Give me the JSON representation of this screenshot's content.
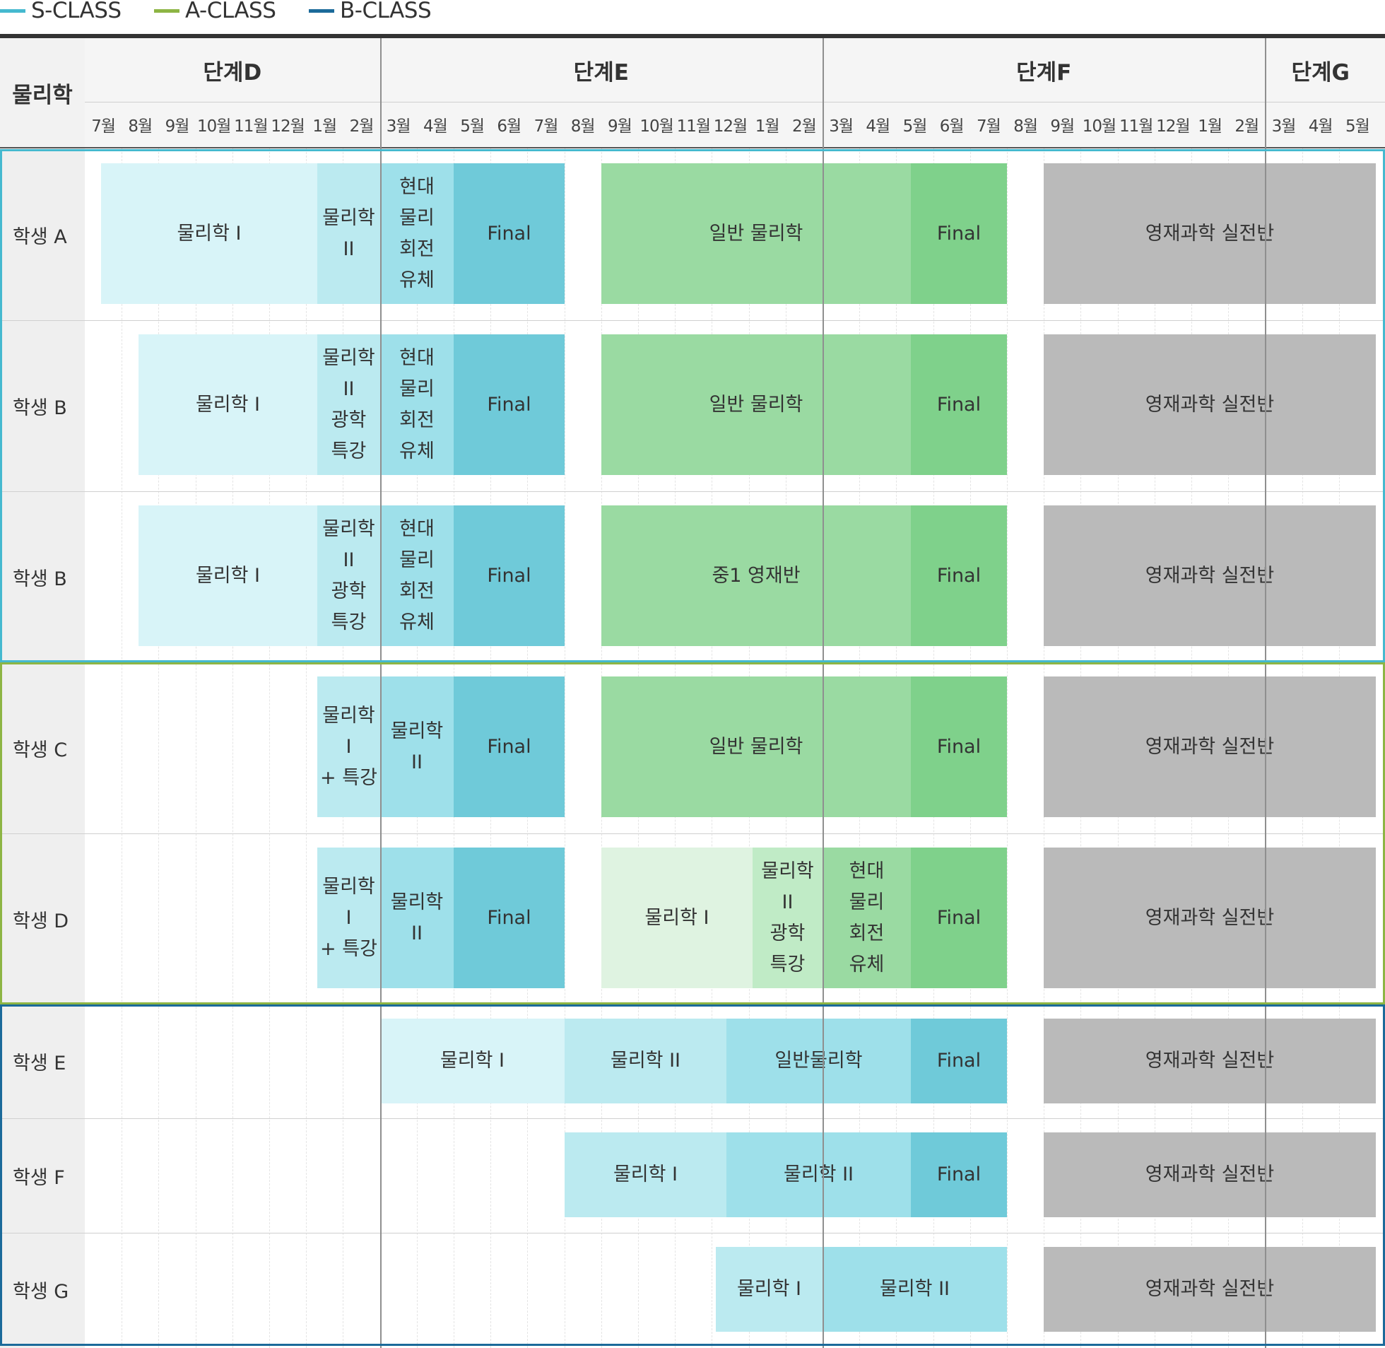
{
  "legend": [
    {
      "label": "S-CLASS",
      "color": "#45b9cf"
    },
    {
      "label": "A-CLASS",
      "color": "#8db544"
    },
    {
      "label": "B-CLASS",
      "color": "#1b6a9a"
    }
  ],
  "subject": "물리학",
  "stages": [
    "단계D",
    "단계E",
    "단계F",
    "단계G"
  ],
  "months": [
    "7월",
    "8월",
    "9월",
    "10월",
    "11월",
    "12월",
    "1월",
    "2월",
    "3월",
    "4월",
    "5월",
    "6월",
    "7월",
    "8월",
    "9월",
    "10월",
    "11월",
    "12월",
    "1월",
    "2월",
    "3월",
    "4월",
    "5월",
    "6월",
    "7월",
    "8월",
    "9월",
    "10월",
    "11월",
    "12월",
    "1월",
    "2월",
    "3월",
    "4월",
    "5월"
  ],
  "colors": {
    "cyan_1": "#d8f4f8",
    "cyan_2": "#bbeaf0",
    "cyan_3": "#9ee0ea",
    "cyan_4": "#6fcad9",
    "green_0": "#dff3e1",
    "green_1": "#c0ebc6",
    "green_2": "#9adaa2",
    "green_3": "#7fd18b",
    "gray": "#bababa",
    "s_class": "#45b9cf",
    "a_class": "#8db544",
    "b_class": "#1b6a9a"
  },
  "rows": [
    {
      "name": "학생 A",
      "bars": [
        {
          "label": "물리학 I",
          "start": 0.45,
          "end": 6.3,
          "color": "cyan_1"
        },
        {
          "label": "물리학 II",
          "start": 6.3,
          "end": 8,
          "color": "cyan_2"
        },
        {
          "label": "현대\n물리\n회전\n유체",
          "start": 8,
          "end": 10,
          "color": "cyan_3"
        },
        {
          "label": "Final",
          "start": 10,
          "end": 13,
          "color": "cyan_4"
        },
        {
          "label": "일반 물리학",
          "start": 14,
          "end": 22.4,
          "color": "green_2"
        },
        {
          "label": "Final",
          "start": 22.4,
          "end": 25,
          "color": "green_3"
        },
        {
          "label": "영재과학 실전반",
          "start": 26,
          "end": 35,
          "color": "gray"
        }
      ]
    },
    {
      "name": "학생 B",
      "bars": [
        {
          "label": "물리학 I",
          "start": 1.45,
          "end": 6.3,
          "color": "cyan_1"
        },
        {
          "label": "물리학 II\n광학\n특강",
          "start": 6.3,
          "end": 8,
          "color": "cyan_2"
        },
        {
          "label": "현대\n물리\n회전\n유체",
          "start": 8,
          "end": 10,
          "color": "cyan_3"
        },
        {
          "label": "Final",
          "start": 10,
          "end": 13,
          "color": "cyan_4"
        },
        {
          "label": "일반 물리학",
          "start": 14,
          "end": 22.4,
          "color": "green_2"
        },
        {
          "label": "Final",
          "start": 22.4,
          "end": 25,
          "color": "green_3"
        },
        {
          "label": "영재과학 실전반",
          "start": 26,
          "end": 35,
          "color": "gray"
        }
      ]
    },
    {
      "name": "학생 B",
      "bars": [
        {
          "label": "물리학 I",
          "start": 1.45,
          "end": 6.3,
          "color": "cyan_1"
        },
        {
          "label": "물리학 II\n광학\n특강",
          "start": 6.3,
          "end": 8,
          "color": "cyan_2"
        },
        {
          "label": "현대\n물리\n회전\n유체",
          "start": 8,
          "end": 10,
          "color": "cyan_3"
        },
        {
          "label": "Final",
          "start": 10,
          "end": 13,
          "color": "cyan_4"
        },
        {
          "label": "중1 영재반",
          "start": 14,
          "end": 22.4,
          "color": "green_2"
        },
        {
          "label": "Final",
          "start": 22.4,
          "end": 25,
          "color": "green_3"
        },
        {
          "label": "영재과학 실전반",
          "start": 26,
          "end": 35,
          "color": "gray"
        }
      ]
    },
    {
      "name": "학생 C",
      "bars": [
        {
          "label": "물리학 I\n+ 특강",
          "start": 6.3,
          "end": 8,
          "color": "cyan_2"
        },
        {
          "label": "물리학\nII",
          "start": 8,
          "end": 10,
          "color": "cyan_3"
        },
        {
          "label": "Final",
          "start": 10,
          "end": 13,
          "color": "cyan_4"
        },
        {
          "label": "일반 물리학",
          "start": 14,
          "end": 22.4,
          "color": "green_2"
        },
        {
          "label": "Final",
          "start": 22.4,
          "end": 25,
          "color": "green_3"
        },
        {
          "label": "영재과학 실전반",
          "start": 26,
          "end": 35,
          "color": "gray"
        }
      ]
    },
    {
      "name": "학생 D",
      "bars": [
        {
          "label": "물리학 I\n+ 특강",
          "start": 6.3,
          "end": 8,
          "color": "cyan_2"
        },
        {
          "label": "물리학\nII",
          "start": 8,
          "end": 10,
          "color": "cyan_3"
        },
        {
          "label": "Final",
          "start": 10,
          "end": 13,
          "color": "cyan_4"
        },
        {
          "label": "물리학 I",
          "start": 14,
          "end": 18.1,
          "color": "green_0"
        },
        {
          "label": "물리학\nII\n광학\n특강",
          "start": 18.1,
          "end": 20,
          "color": "green_1"
        },
        {
          "label": "현대\n물리\n회전\n유체",
          "start": 20,
          "end": 22.4,
          "color": "green_2"
        },
        {
          "label": "Final",
          "start": 22.4,
          "end": 25,
          "color": "green_3"
        },
        {
          "label": "영재과학 실전반",
          "start": 26,
          "end": 35,
          "color": "gray"
        }
      ]
    },
    {
      "name": "학생 E",
      "bars": [
        {
          "label": "물리학 I",
          "start": 8,
          "end": 13,
          "color": "cyan_1"
        },
        {
          "label": "물리학 II",
          "start": 13,
          "end": 17.4,
          "color": "cyan_2"
        },
        {
          "label": "일반물리학",
          "start": 17.4,
          "end": 22.4,
          "color": "cyan_3"
        },
        {
          "label": "Final",
          "start": 22.4,
          "end": 25,
          "color": "cyan_4"
        },
        {
          "label": "영재과학 실전반",
          "start": 26,
          "end": 35,
          "color": "gray"
        }
      ]
    },
    {
      "name": "학생 F",
      "bars": [
        {
          "label": "물리학 I",
          "start": 13,
          "end": 17.4,
          "color": "cyan_2"
        },
        {
          "label": "물리학 II",
          "start": 17.4,
          "end": 22.4,
          "color": "cyan_3"
        },
        {
          "label": "Final",
          "start": 22.4,
          "end": 25,
          "color": "cyan_4"
        },
        {
          "label": "영재과학 실전반",
          "start": 26,
          "end": 35,
          "color": "gray"
        }
      ]
    },
    {
      "name": "학생 G",
      "bars": [
        {
          "label": "물리학 I",
          "start": 17.1,
          "end": 20,
          "color": "cyan_2"
        },
        {
          "label": "물리학 II",
          "start": 20,
          "end": 25,
          "color": "cyan_3"
        },
        {
          "label": "영재과학 실전반",
          "start": 26,
          "end": 35,
          "color": "gray"
        }
      ]
    }
  ],
  "groups": [
    {
      "class": "S-CLASS",
      "color": "s_class",
      "from_row": 0,
      "to_row": 2
    },
    {
      "class": "A-CLASS",
      "color": "a_class",
      "from_row": 3,
      "to_row": 4
    },
    {
      "class": "B-CLASS",
      "color": "b_class",
      "from_row": 5,
      "to_row": 7
    }
  ]
}
